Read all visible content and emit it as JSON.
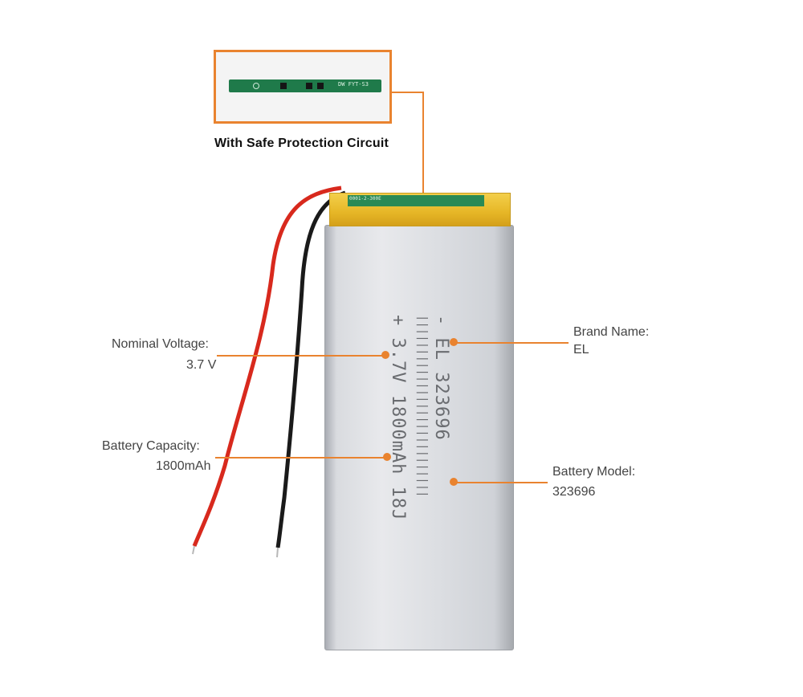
{
  "inset": {
    "caption": "With Safe Protection Circuit",
    "pcb_marking": "DW FYT-S3"
  },
  "battery": {
    "printed": {
      "line1": "- EL   323696",
      "line2": "|||||||||||||||||||||||||||",
      "line3": "+ 3.7V  1800mAh  18J"
    },
    "pcb_marking": "0001-2-300E"
  },
  "labels": {
    "voltage": {
      "title": "Nominal Voltage:",
      "value": "3.7 V"
    },
    "capacity": {
      "title": "Battery  Capacity:",
      "value": "1800mAh"
    },
    "brand": {
      "title": "Brand Name:",
      "value": "EL"
    },
    "model": {
      "title": "Battery Model:",
      "value": "323696"
    }
  },
  "colors": {
    "accent": "#e9832f",
    "wire_red": "#d8291d",
    "wire_black": "#1a1a1a",
    "pcb_green": "#1f7a4a",
    "kapton": "#e6b626"
  }
}
